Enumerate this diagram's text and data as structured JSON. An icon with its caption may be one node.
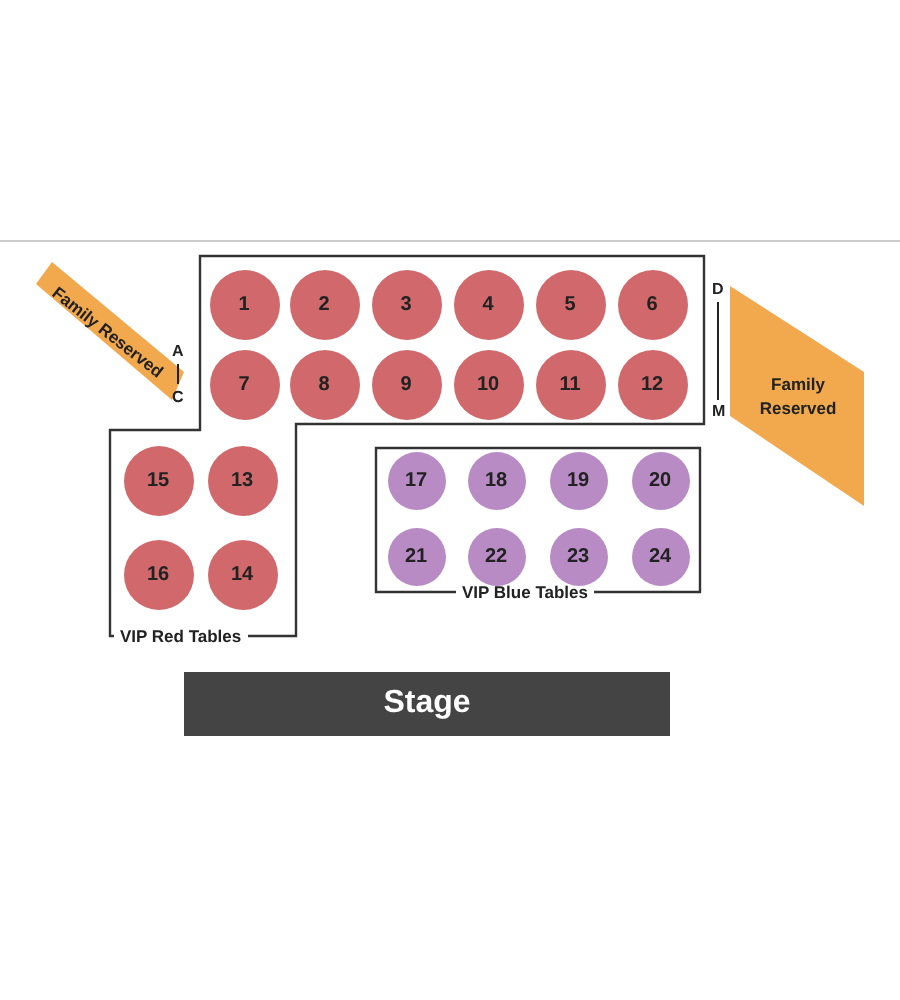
{
  "diagram": {
    "nodes": [
      {
        "text": [
          "Family Reserved"
        ]
      },
      {
        "text": [
          "VIP Red Tables"
        ]
      },
      {
        "text": [
          "1"
        ],
        "in": 1
      },
      {
        "text": [
          "2"
        ],
        "in": 1
      },
      {
        "text": [
          "3"
        ],
        "in": 1
      },
      {
        "text": [
          "4"
        ],
        "in": 1
      },
      {
        "text": [
          "5"
        ],
        "in": 1
      },
      {
        "text": [
          "6"
        ],
        "in": 1
      },
      {
        "text": [
          "7"
        ],
        "in": 1
      },
      {
        "text": [
          "8"
        ],
        "in": 1
      },
      {
        "text": [
          "9"
        ],
        "in": 1
      },
      {
        "text": [
          "10"
        ],
        "in": 1
      },
      {
        "text": [
          "11"
        ],
        "in": 1
      },
      {
        "text": [
          "12"
        ],
        "in": 1
      },
      {
        "text": [
          "Family Reserved"
        ]
      },
      {
        "text": [
          "15"
        ],
        "in": 1
      },
      {
        "text": [
          "13"
        ],
        "in": 1
      },
      {
        "text": [
          "16"
        ],
        "in": 1
      },
      {
        "text": [
          "14"
        ],
        "in": 1
      },
      {
        "text": [
          "VIP Blue Tables"
        ]
      },
      {
        "text": [
          "17"
        ],
        "in": 19
      },
      {
        "text": [
          "18"
        ],
        "in": 19
      },
      {
        "text": [
          "19"
        ],
        "in": 19
      },
      {
        "text": [
          "20"
        ],
        "in": 19
      },
      {
        "text": [
          "21"
        ],
        "in": 19
      },
      {
        "text": [
          "22"
        ],
        "in": 19
      },
      {
        "text": [
          "23"
        ],
        "in": 19
      },
      {
        "text": [
          "24"
        ],
        "in": 19
      },
      {
        "text": [
          "Stage"
        ]
      }
    ],
    "labels": [
      "A",
      "C",
      "D",
      "M"
    ]
  }
}
